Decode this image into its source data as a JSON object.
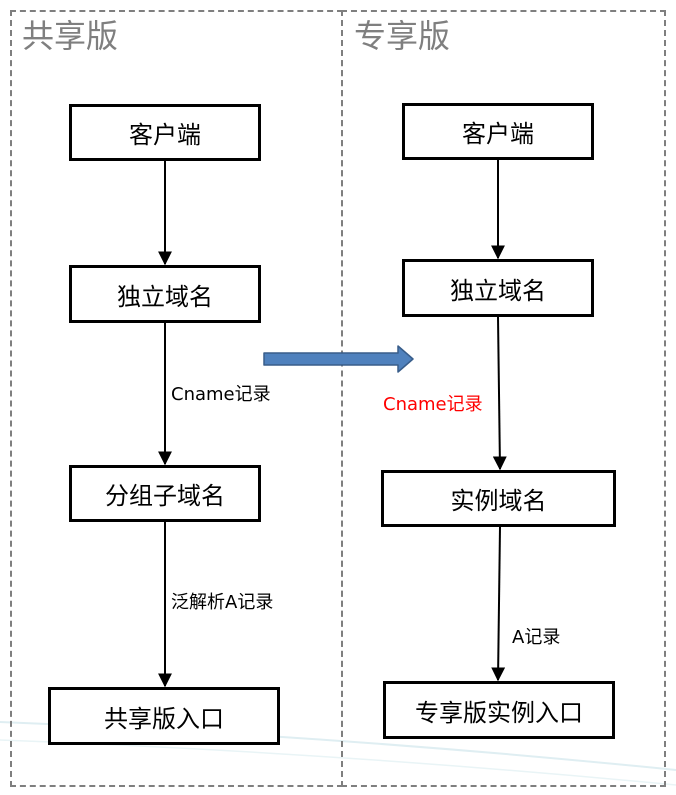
{
  "shared": {
    "title": "共享版",
    "nodes": {
      "client": "客户端",
      "custom_domain": "独立域名",
      "group_subdomain": "分组子域名",
      "entry": "共享版入口"
    },
    "edges": {
      "cname": "Cname记录",
      "wildcard_a": "泛解析A记录"
    }
  },
  "dedicated": {
    "title": "专享版",
    "nodes": {
      "client": "客户端",
      "custom_domain": "独立域名",
      "instance_domain": "实例域名",
      "entry": "专享版实例入口"
    },
    "edges": {
      "cname": "Cname记录",
      "a_record": "A记录"
    }
  },
  "colors": {
    "panel_border": "#7f7f7f",
    "title": "#7f7f7f",
    "box_border": "#000000",
    "highlight_label": "#ff0000",
    "transition_arrow": "#4f81bd"
  }
}
